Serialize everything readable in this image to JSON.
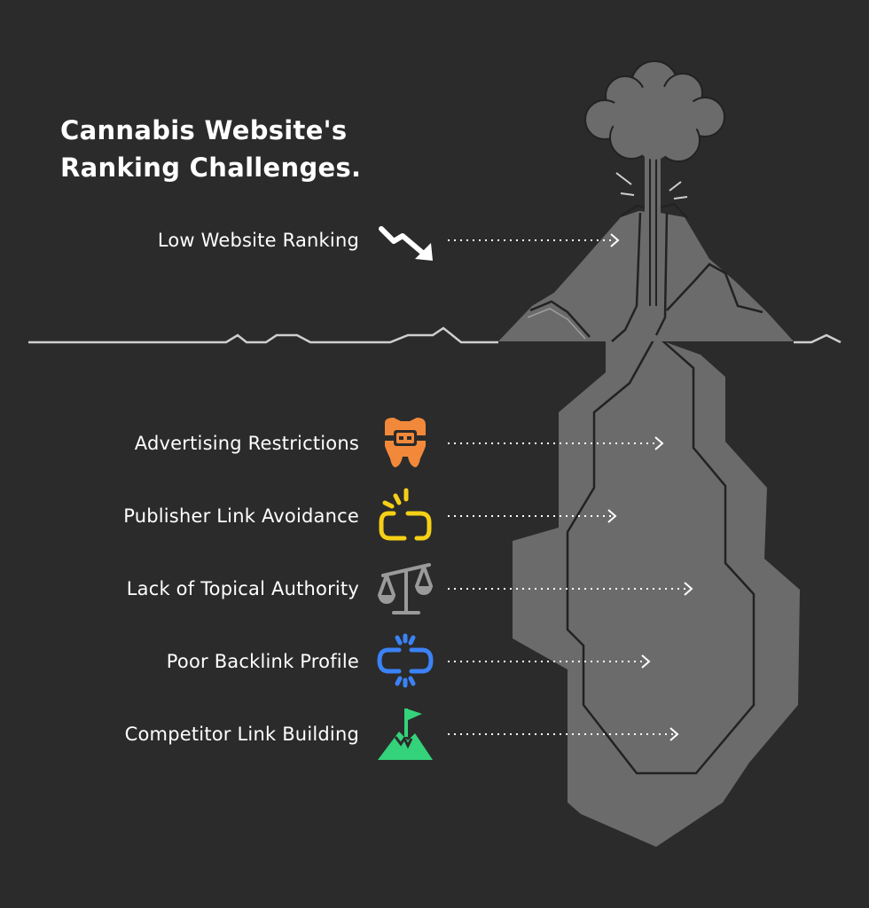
{
  "title": {
    "line1": "Cannabis Website's",
    "line2": "Ranking Challenges."
  },
  "items": [
    {
      "label": "Low Website Ranking",
      "icon": "trend-down-icon",
      "color": "#ffffff"
    },
    {
      "label": "Advertising Restrictions",
      "icon": "teeth-braces-icon",
      "color": "#f2893a"
    },
    {
      "label": "Publisher Link Avoidance",
      "icon": "broken-link-icon",
      "color": "#f5d016"
    },
    {
      "label": "Lack of Topical Authority",
      "icon": "balance-scale-icon",
      "color": "#9a9a9a"
    },
    {
      "label": "Poor Backlink Profile",
      "icon": "broken-chain-icon",
      "color": "#3b82f6"
    },
    {
      "label": "Competitor Link Building",
      "icon": "mountain-flag-icon",
      "color": "#34d27b"
    }
  ],
  "colors": {
    "background": "#2b2b2b",
    "volcano": "#6b6b6b",
    "outline": "#222222",
    "ground": "#cfcfcf",
    "dotted": "#ffffff"
  }
}
